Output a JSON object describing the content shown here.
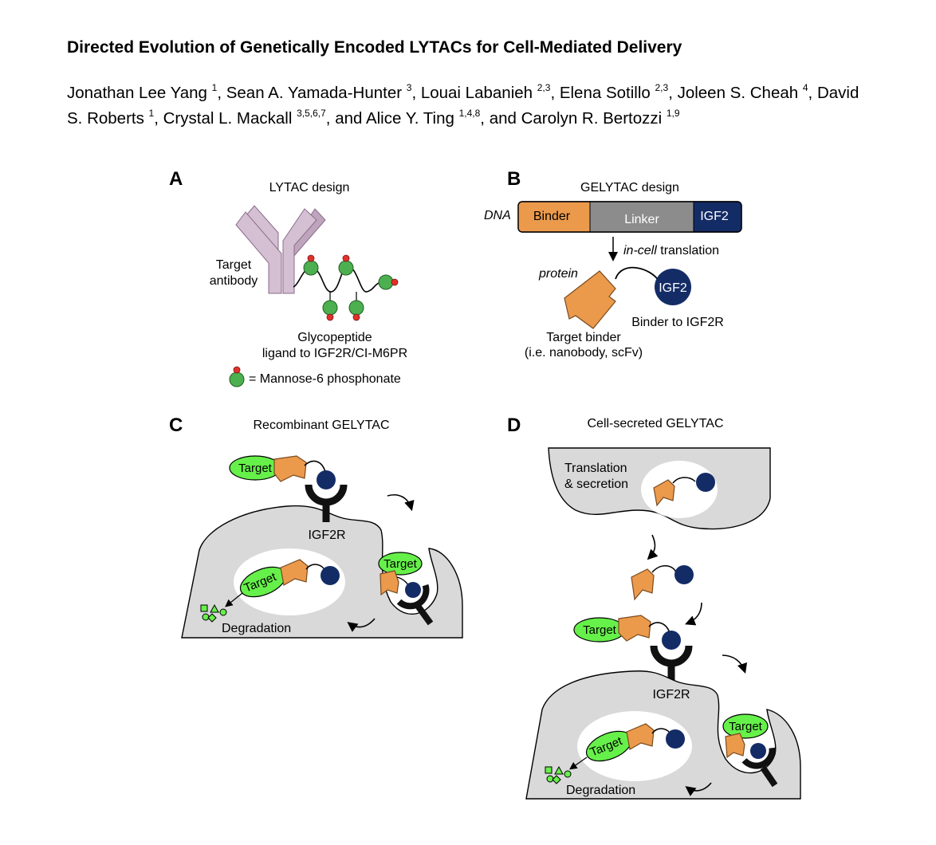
{
  "paper": {
    "title": "Directed Evolution of Genetically Encoded LYTACs for Cell-Mediated Delivery",
    "authors": [
      {
        "name": "Jonathan Lee Yang",
        "aff": "1"
      },
      {
        "name": "Sean A. Yamada-Hunter",
        "aff": "3"
      },
      {
        "name": "Louai Labanieh",
        "aff": "2,3"
      },
      {
        "name": "Elena Sotillo",
        "aff": "2,3"
      },
      {
        "name": "Joleen S. Cheah",
        "aff": "4"
      },
      {
        "name": "David S. Roberts",
        "aff": "1"
      },
      {
        "name": "Crystal L. Mackall",
        "aff": "3,5,6,7"
      },
      {
        "name": "and Alice Y. Ting",
        "aff": "1,4,8"
      },
      {
        "name": "and Carolyn R. Bertozzi",
        "aff": "1,9"
      }
    ]
  },
  "figure": {
    "panelA": {
      "letter": "A",
      "title": "LYTAC design",
      "antibody_label_1": "Target",
      "antibody_label_2": "antibody",
      "glyco_label_1": "Glycopeptide",
      "glyco_label_2": "ligand to IGF2R/CI-M6PR",
      "legend_text": "= Mannose-6 phosphonate"
    },
    "panelB": {
      "letter": "B",
      "title": "GELYTAC design",
      "dna_label": "DNA",
      "seg_binder": "Binder",
      "seg_linker": "Linker",
      "seg_igf2": "IGF2",
      "translation_italic": "in-cell",
      "translation_rest": " translation",
      "protein_label": "protein",
      "igf2_circle": "IGF2",
      "binder_to": "Binder to IGF2R",
      "target_binder_1": "Target binder",
      "target_binder_2": "(i.e. nanobody, scFv)"
    },
    "panelC": {
      "letter": "C",
      "title": "Recombinant GELYTAC",
      "target": "Target",
      "receptor": "IGF2R",
      "degradation": "Degradation"
    },
    "panelD": {
      "letter": "D",
      "title": "Cell-secreted GELYTAC",
      "secretion_1": "Translation",
      "secretion_2": "& secretion",
      "target": "Target",
      "receptor": "IGF2R",
      "degradation": "Degradation"
    },
    "colors": {
      "antibody": "#d4bfd3",
      "binder_orange": "#eb9a4c",
      "linker_grey": "#8c8c8c",
      "igf2_navy": "#142c66",
      "target_green": "#66f04a",
      "glycan_green": "#4caf50",
      "phosphonate_red": "#e3302b",
      "cell_grey": "#d9d9d9",
      "receptor_black": "#111111"
    }
  }
}
